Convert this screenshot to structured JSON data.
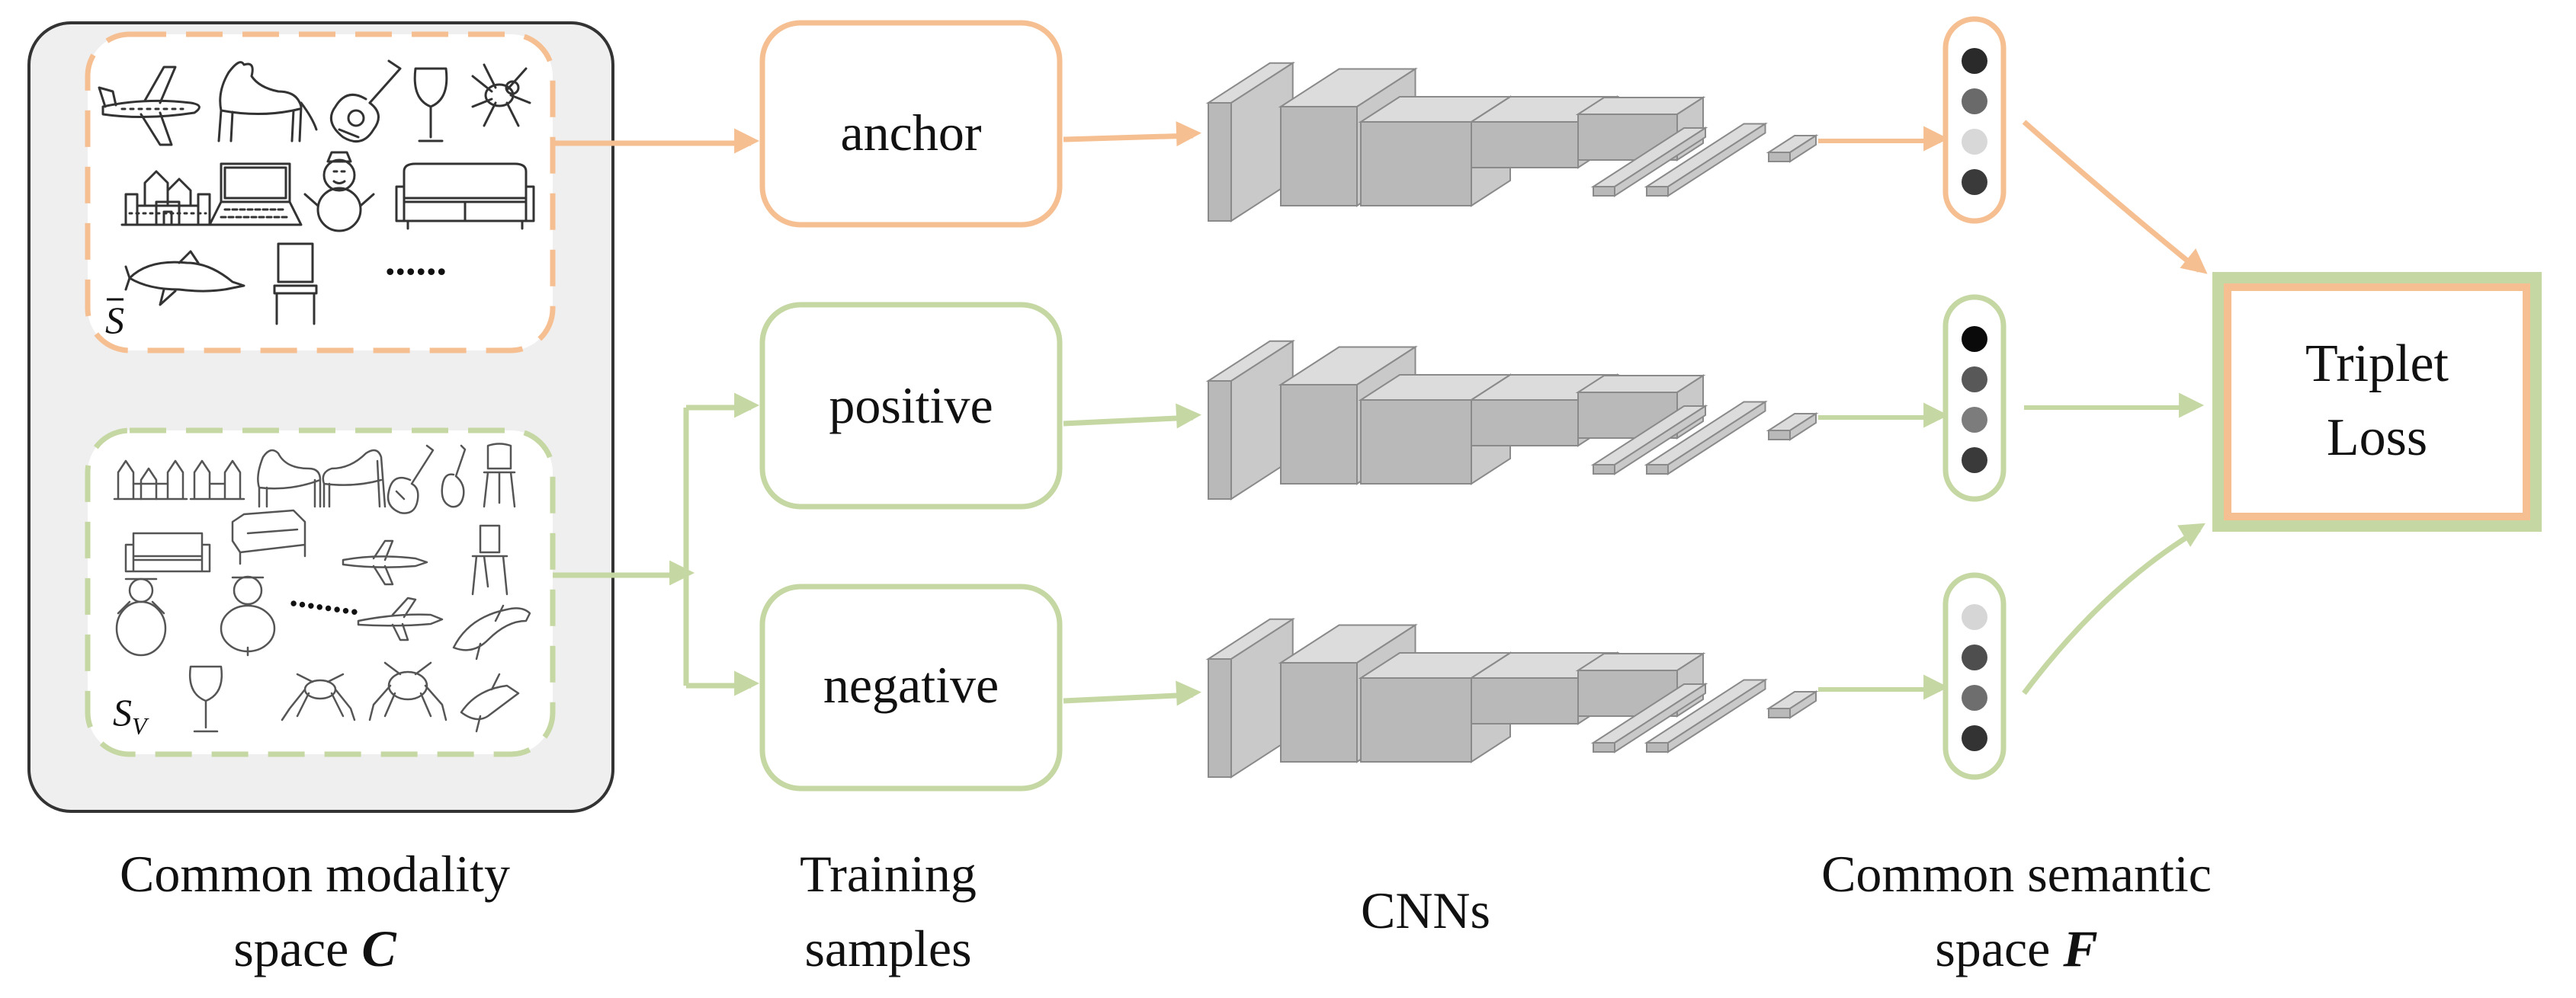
{
  "sample_labels": {
    "anchor": "anchor",
    "positive": "positive",
    "negative": "negative"
  },
  "loss_box": {
    "line1": "Triplet",
    "line2": "Loss"
  },
  "sketch_sets": {
    "top_label": "S",
    "top_ellipsis": "......",
    "bottom_label_base": "S",
    "bottom_label_sub": "V",
    "bottom_ellipsis": "........"
  },
  "captions": {
    "common_modality_line1": "Common modality",
    "common_modality_line2_text": "space ",
    "common_modality_symbol": "C",
    "training_line1": "Training",
    "training_line2": "samples",
    "cnns": "CNNs",
    "common_semantic_line1": "Common semantic",
    "common_semantic_line2_text": "space ",
    "common_semantic_symbol": "F"
  },
  "colors": {
    "anchor": "#f6bf92",
    "positive_negative": "#c5d7a2",
    "panel_fill": "#efefef",
    "panel_border": "#333333",
    "cnn_front": "#b9b9b9",
    "cnn_top": "#dcdcdc",
    "cnn_side": "#c9c9c9"
  },
  "feature_vectors": {
    "anchor": [
      "#2a2a2a",
      "#6a6a6a",
      "#d8d8d8",
      "#3a3a3a"
    ],
    "positive": [
      "#0a0a0a",
      "#585858",
      "#7c7c7c",
      "#3a3a3a"
    ],
    "negative": [
      "#d6d6d6",
      "#4e4e4e",
      "#6e6e6e",
      "#333333"
    ]
  },
  "icons": {
    "top_set": [
      "airplane-sketch",
      "horse-sketch",
      "guitar-sketch",
      "wine-glass-sketch",
      "spider-sketch",
      "castle-sketch",
      "laptop-sketch",
      "snowman-sketch",
      "couch-sketch",
      "dolphin-sketch",
      "chair-sketch"
    ],
    "bottom_set": [
      "castle-sketch",
      "castle-sketch",
      "horse-sketch",
      "horse-sketch",
      "guitar-sketch",
      "guitar-sketch",
      "chair-sketch",
      "couch-sketch",
      "couch-sketch",
      "airplane-sketch",
      "chair-sketch",
      "snowman-sketch",
      "snowman-sketch",
      "airplane-sketch",
      "dolphin-sketch",
      "wine-glass-sketch",
      "spider-sketch",
      "spider-sketch",
      "dolphin-sketch"
    ]
  }
}
